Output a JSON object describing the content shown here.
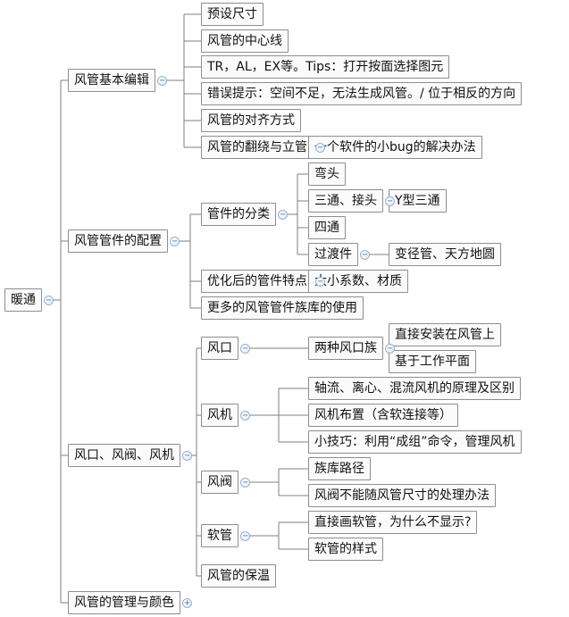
{
  "root": "暖通",
  "branches": [
    {
      "label": "风管基本编辑",
      "children": [
        {
          "label": "预设尺寸"
        },
        {
          "label": "风管的中心线"
        },
        {
          "label": "TR，AL，EX等。Tips：打开按面选择图元"
        },
        {
          "label": "错误提示：空间不足，无法生成风管。/ 位于相反的方向"
        },
        {
          "label": "风管的对齐方式"
        },
        {
          "label": "风管的翻绕与立管",
          "children": [
            {
              "label": "一个软件的小bug的解决办法"
            }
          ]
        }
      ]
    },
    {
      "label": "风管管件的配置",
      "children": [
        {
          "label": "管件的分类",
          "children": [
            {
              "label": "弯头"
            },
            {
              "label": "三通、接头",
              "children": [
                {
                  "label": "Y型三通"
                }
              ]
            },
            {
              "label": "四通"
            },
            {
              "label": "过渡件",
              "children": [
                {
                  "label": "变径管、天方地圆"
                }
              ]
            }
          ]
        },
        {
          "label": "优化后的管件特点",
          "children": [
            {
              "label": "大小系数、材质"
            }
          ]
        },
        {
          "label": "更多的风管管件族库的使用"
        }
      ]
    },
    {
      "label": "风口、风阀、风机",
      "children": [
        {
          "label": "风口",
          "children": [
            {
              "label": "两种风口族",
              "children": [
                {
                  "label": "直接安装在风管上"
                },
                {
                  "label": "基于工作平面"
                }
              ]
            }
          ]
        },
        {
          "label": "风机",
          "children": [
            {
              "label": "轴流、离心、混流风机的原理及区别"
            },
            {
              "label": "风机布置（含软连接等）"
            },
            {
              "label": "小技巧：利用“成组”命令，管理风机"
            }
          ]
        },
        {
          "label": "风阀",
          "children": [
            {
              "label": "族库路径"
            },
            {
              "label": "风阀不能随风管尺寸的处理办法"
            }
          ]
        },
        {
          "label": "软管",
          "children": [
            {
              "label": "直接画软管，为什么不显示?"
            },
            {
              "label": "软管的样式"
            }
          ]
        },
        {
          "label": "风管的保温"
        }
      ]
    },
    {
      "label": "风管的管理与颜色",
      "collapsed": true
    }
  ]
}
